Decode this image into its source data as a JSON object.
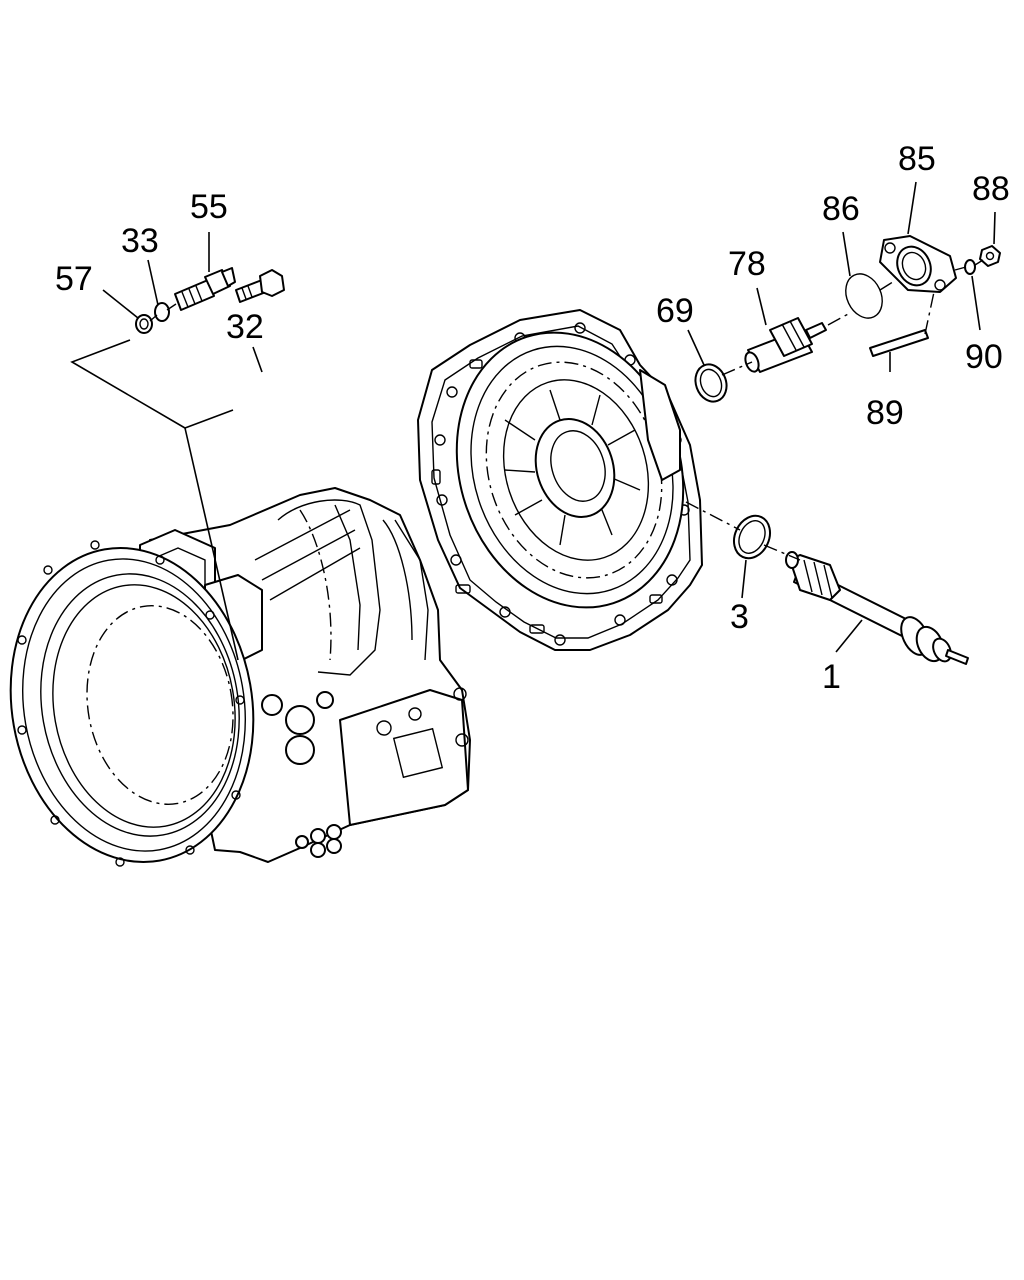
{
  "callouts": {
    "c1": "1",
    "c3": "3",
    "c32": "32",
    "c33": "33",
    "c55": "55",
    "c57": "57",
    "c69": "69",
    "c78": "78",
    "c85": "85",
    "c86": "86",
    "c88": "88",
    "c89": "89",
    "c90": "90"
  }
}
